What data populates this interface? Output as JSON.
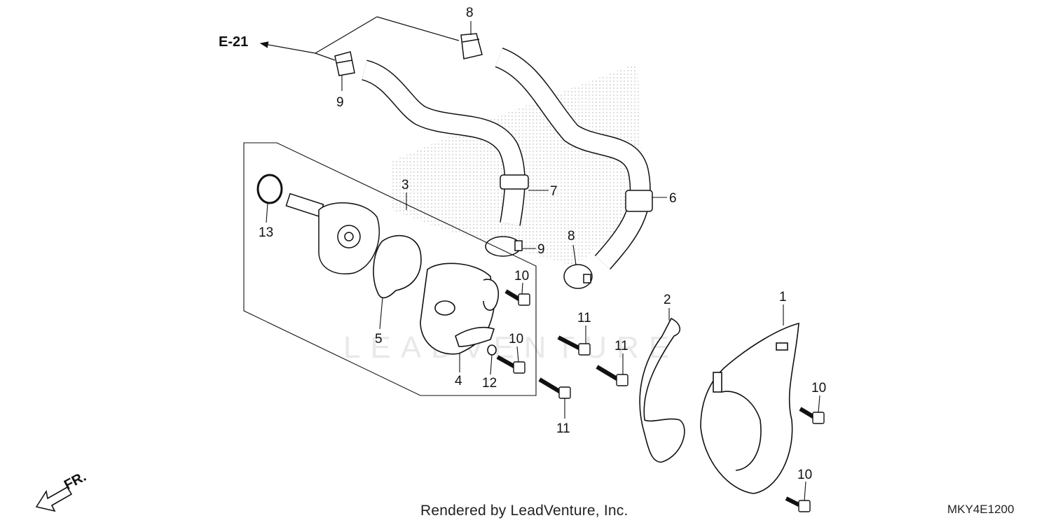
{
  "diagram": {
    "reference": "E-21",
    "front_label": "FR.",
    "footer": "Rendered by LeadVenture, Inc.",
    "code": "MKY4E1200",
    "watermark": "LEADVENTURE",
    "callouts": {
      "c1": "1",
      "c2": "2",
      "c3": "3",
      "c4": "4",
      "c5": "5",
      "c6": "6",
      "c7": "7",
      "c8a": "8",
      "c8b": "8",
      "c9a": "9",
      "c9b": "9",
      "c10a": "10",
      "c10b": "10",
      "c10c": "10",
      "c10d": "10",
      "c11a": "11",
      "c11b": "11",
      "c11c": "11",
      "c12": "12",
      "c13": "13"
    }
  }
}
